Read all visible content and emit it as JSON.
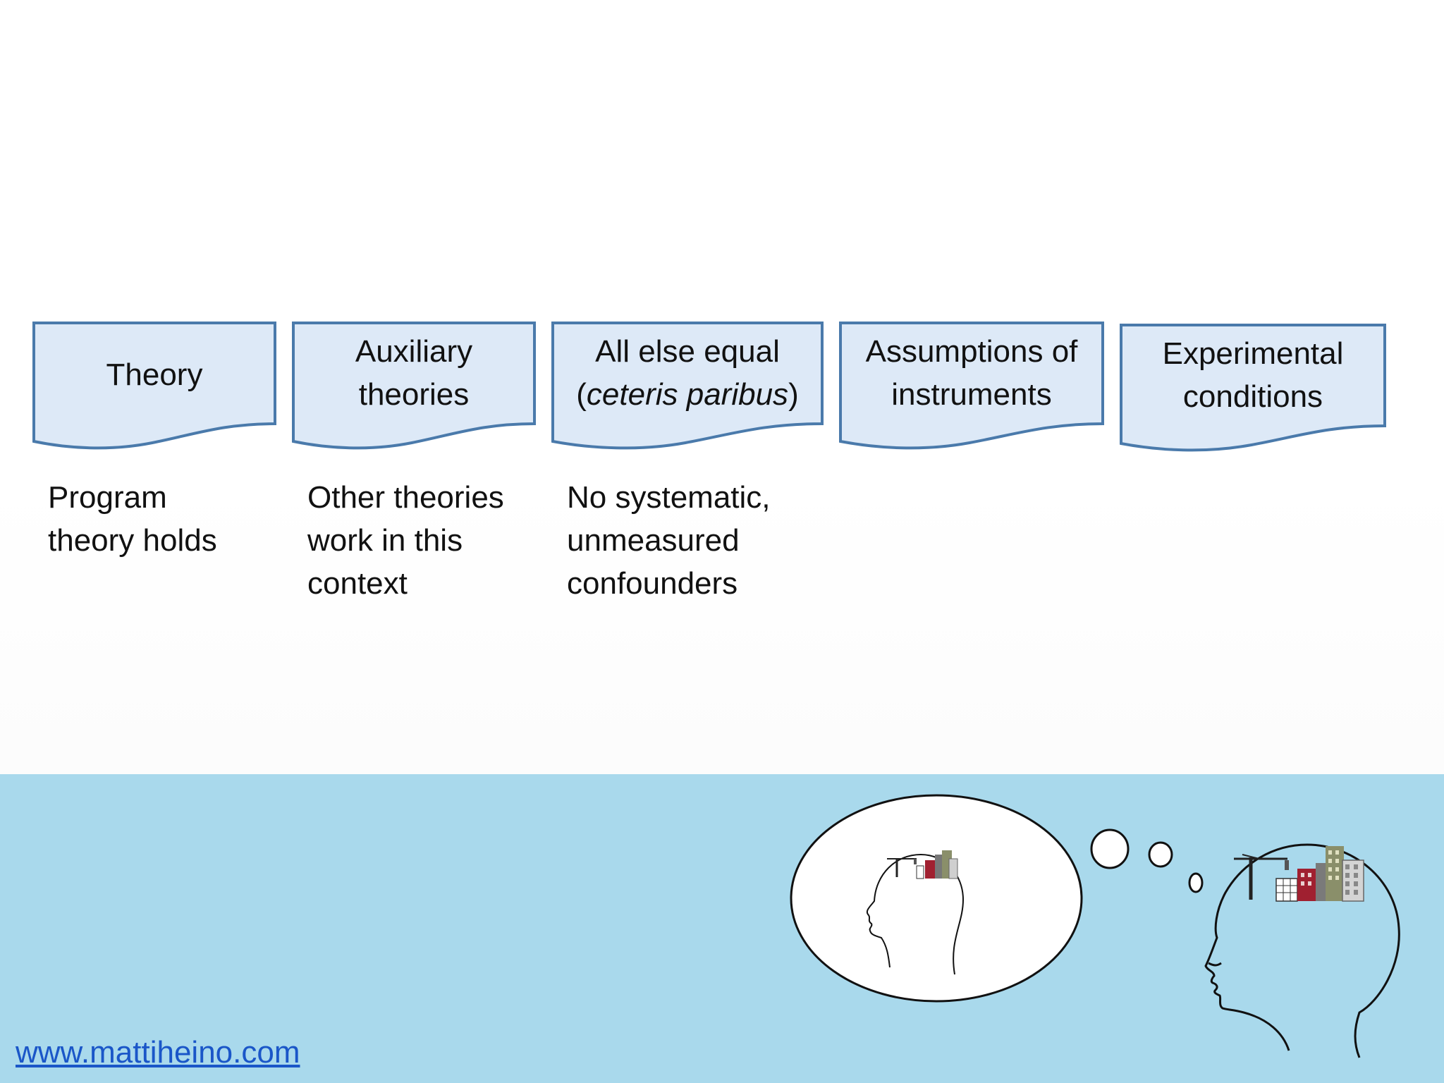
{
  "boxes": [
    {
      "title": "Theory",
      "description": "Program\ntheory holds"
    },
    {
      "title_line1": "Auxiliary",
      "title_line2": "theories",
      "description": "Other theories\nwork in this\ncontext"
    },
    {
      "title_line1": "All else equal",
      "title_line2_pre": "(",
      "title_line2_italic": "ceteris paribus",
      "title_line2_post": ")",
      "description": "No systematic,\nunmeasured\nconfounders"
    },
    {
      "title_line1": "Assumptions of",
      "title_line2": "instruments"
    },
    {
      "title_line1": "Experimental",
      "title_line2": "conditions"
    }
  ],
  "footer": {
    "url": "www.mattiheino.com"
  },
  "colors": {
    "box_fill": "#dde9f7",
    "box_stroke": "#4a7aab",
    "bottom_band": "#a9d9ec",
    "link": "#1a56c8"
  },
  "illustration": {
    "small_head_icon": "person-thinking-icon",
    "large_head_icon": "person-thinking-icon",
    "city_icon": "city-construction-icon"
  }
}
